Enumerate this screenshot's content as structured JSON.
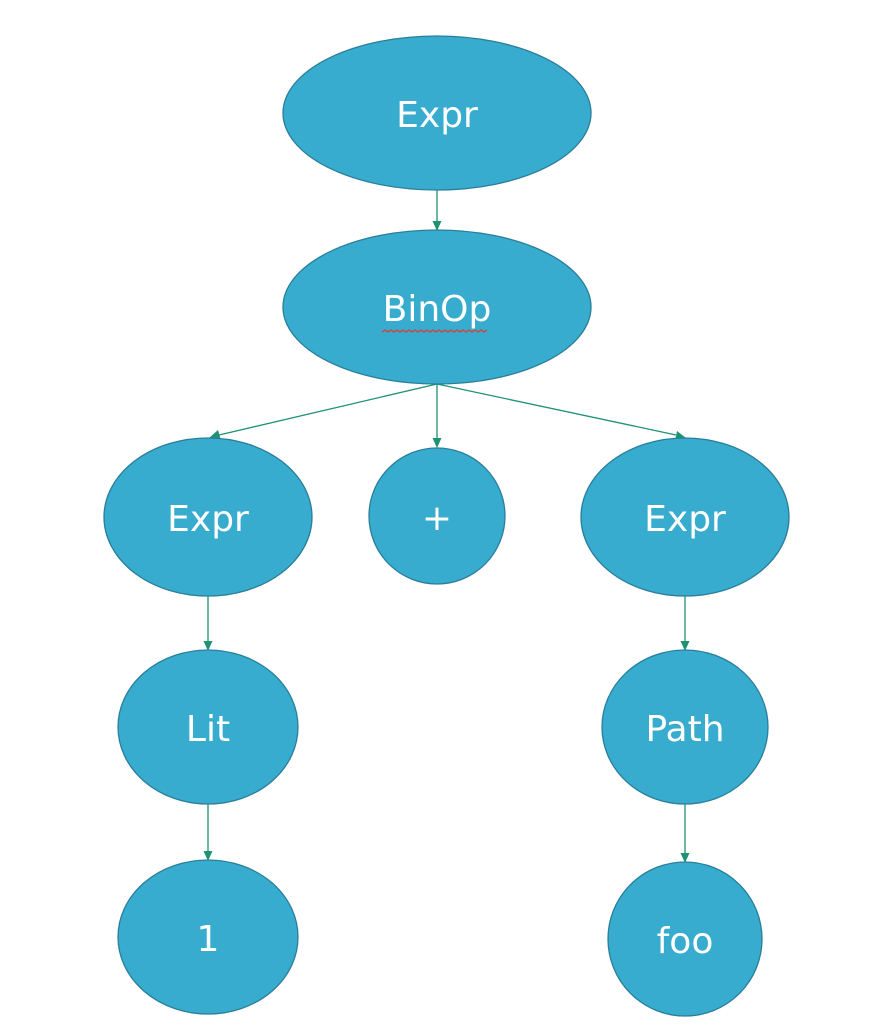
{
  "diagram": {
    "nodes": [
      {
        "id": "expr-root",
        "label": "Expr"
      },
      {
        "id": "binop",
        "label": "BinOp"
      },
      {
        "id": "expr-left",
        "label": "Expr"
      },
      {
        "id": "plus",
        "label": "+"
      },
      {
        "id": "expr-right",
        "label": "Expr"
      },
      {
        "id": "lit",
        "label": "Lit"
      },
      {
        "id": "path",
        "label": "Path"
      },
      {
        "id": "one",
        "label": "1"
      },
      {
        "id": "foo",
        "label": "foo"
      }
    ],
    "edges": [
      {
        "from": "expr-root",
        "to": "binop"
      },
      {
        "from": "binop",
        "to": "expr-left"
      },
      {
        "from": "binop",
        "to": "plus"
      },
      {
        "from": "binop",
        "to": "expr-right"
      },
      {
        "from": "expr-left",
        "to": "lit"
      },
      {
        "from": "lit",
        "to": "one"
      },
      {
        "from": "expr-right",
        "to": "path"
      },
      {
        "from": "path",
        "to": "foo"
      }
    ]
  },
  "colors": {
    "node_fill": "#37ACCE",
    "node_border": "#2A7E9A",
    "edge": "#1E9272",
    "label": "#FFFFFF",
    "spellcheck": "#E03A2E"
  }
}
